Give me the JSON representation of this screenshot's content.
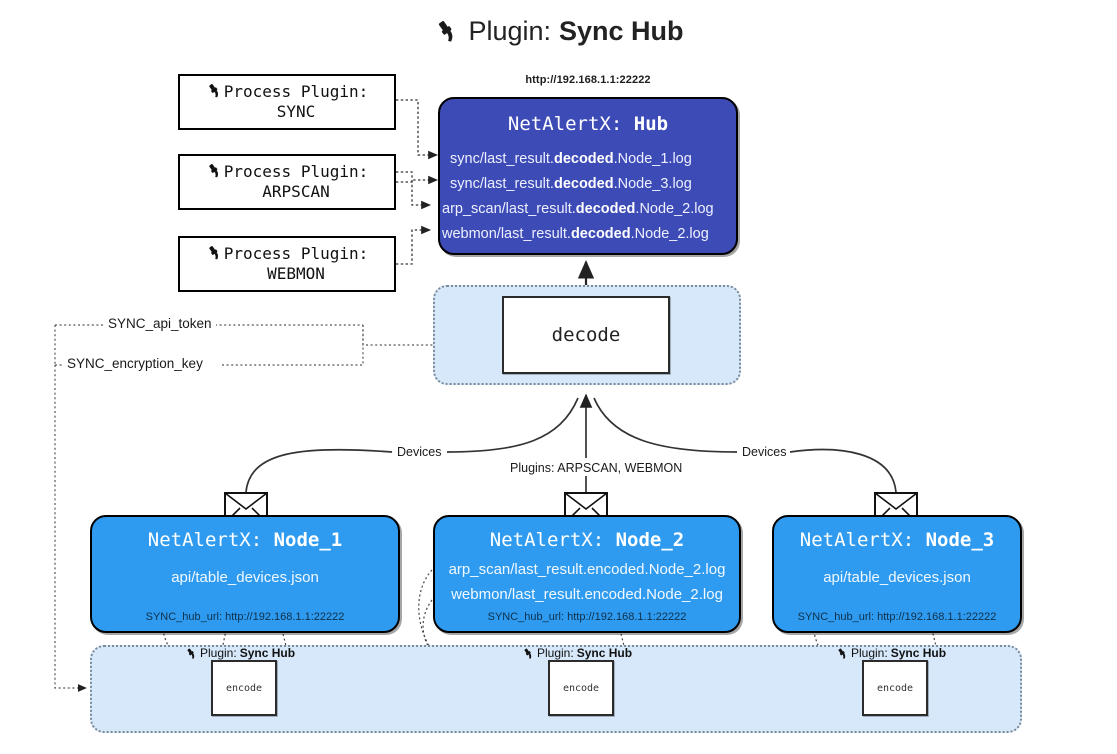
{
  "title": {
    "icon": "plug-icon",
    "prefix": "Plugin:",
    "name": "Sync Hub"
  },
  "process_plugins": [
    {
      "icon": "plug-icon",
      "line1": "Process Plugin:",
      "line2": "SYNC"
    },
    {
      "icon": "plug-icon",
      "line1": "Process Plugin:",
      "line2": "ARPSCAN"
    },
    {
      "icon": "plug-icon",
      "line1": "Process Plugin:",
      "line2": "WEBMON"
    }
  ],
  "hub": {
    "url": "http://192.168.1.1:22222",
    "title_prefix": "NetAlertX:",
    "title_name": "Hub",
    "color": "#3d4bb7",
    "lines": [
      {
        "pre": "sync/last_result.",
        "mid": "decoded",
        "post": ".Node_1.log"
      },
      {
        "pre": "sync/last_result.",
        "mid": "decoded",
        "post": ".Node_3.log"
      },
      {
        "pre": "arp_scan/last_result.",
        "mid": "decoded",
        "post": ".Node_2.log"
      },
      {
        "pre": "webmon/last_result.",
        "mid": "decoded",
        "post": ".Node_2.log"
      }
    ]
  },
  "decode": {
    "label": "decode"
  },
  "secrets": {
    "api_token": "SYNC_api_token",
    "encryption_key": "SYNC_encryption_key"
  },
  "edges": {
    "devices_left": "Devices",
    "devices_right": "Devices",
    "plugins_center": "Plugins: ARPSCAN, WEBMON"
  },
  "nodes": [
    {
      "title_prefix": "NetAlertX:",
      "title_name": "Node_1",
      "color": "#2e9bf0",
      "lines": [
        "api/table_devices.json"
      ],
      "hub_url": "SYNC_hub_url: http://192.168.1.1:22222",
      "plugin_caption_prefix": "Plugin:",
      "plugin_caption_name": "Sync Hub",
      "encode_label": "encode"
    },
    {
      "title_prefix": "NetAlertX:",
      "title_name": "Node_2",
      "color": "#2e9bf0",
      "lines": [
        "arp_scan/last_result.encoded.Node_2.log",
        "webmon/last_result.encoded.Node_2.log"
      ],
      "hub_url": "SYNC_hub_url: http://192.168.1.1:22222",
      "plugin_caption_prefix": "Plugin:",
      "plugin_caption_name": "Sync Hub",
      "encode_label": "encode"
    },
    {
      "title_prefix": "NetAlertX:",
      "title_name": "Node_3",
      "color": "#2e9bf0",
      "lines": [
        "api/table_devices.json"
      ],
      "hub_url": "SYNC_hub_url: http://192.168.1.1:22222",
      "plugin_caption_prefix": "Plugin:",
      "plugin_caption_name": "Sync Hub",
      "encode_label": "encode"
    }
  ],
  "colors": {
    "hub": "#3d4bb7",
    "node": "#2e9bf0",
    "group": "#d6e8fa",
    "group_border": "#7a8a99",
    "stroke": "#2b2b2b"
  },
  "icons": {
    "envelope": "envelope-icon",
    "plug": "plug-icon"
  }
}
